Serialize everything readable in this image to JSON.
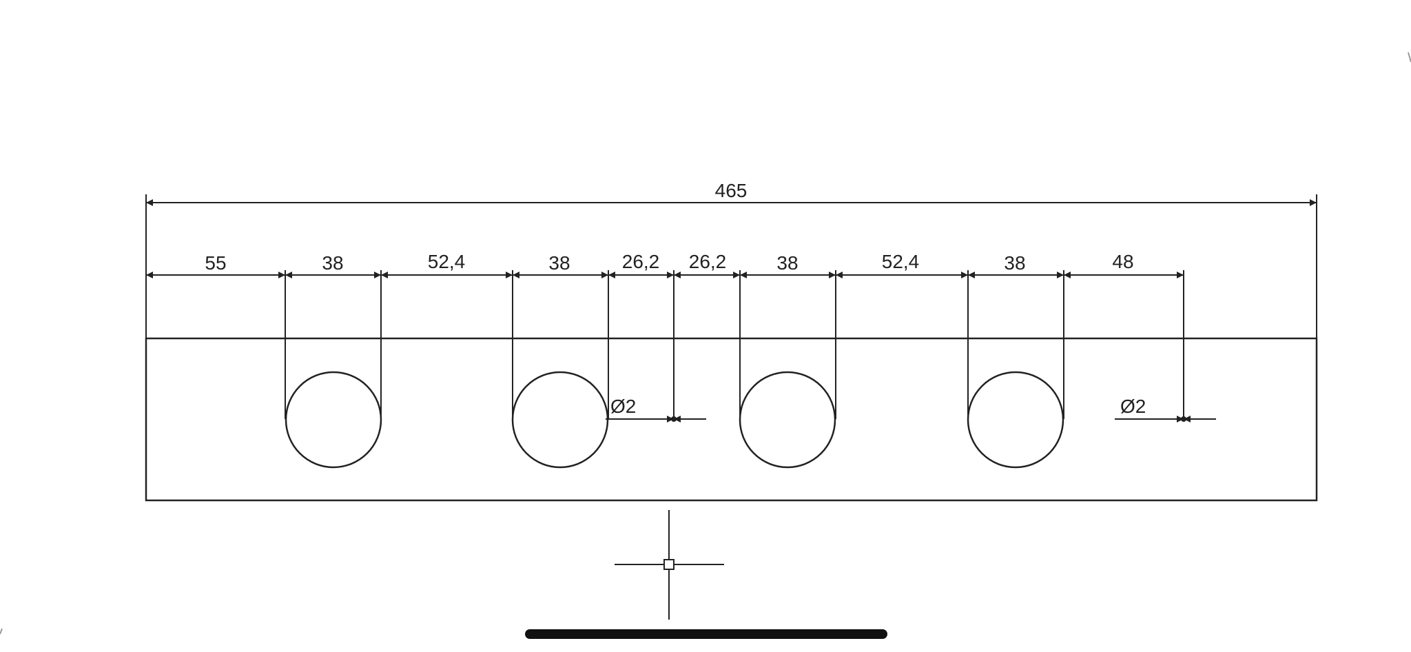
{
  "drawing": {
    "overall_width": "465",
    "segments": [
      "55",
      "38",
      "52,4",
      "38",
      "26,2",
      "26,2",
      "38",
      "52,4",
      "38",
      "48"
    ],
    "hole_labels": [
      "Ø2",
      "Ø2"
    ],
    "hole_count": 4,
    "line_color": "#222222"
  },
  "ui": {
    "home_indicator_color": "#111111"
  }
}
